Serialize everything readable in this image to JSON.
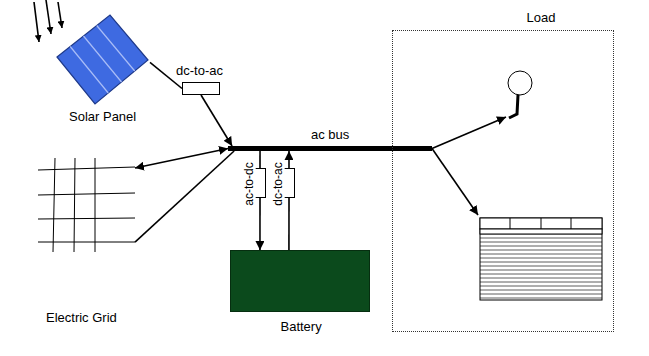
{
  "diagram": {
    "nodes": [
      {
        "text": [
          "Solar Panel"
        ]
      },
      {
        "text": [
          "dc-to-ac"
        ]
      },
      {
        "text": [
          "ac bus"
        ]
      },
      {
        "text": [
          "Electric Grid"
        ]
      },
      {
        "text": [
          "ac-to-dc"
        ]
      },
      {
        "text": [
          "dc-to-ac"
        ]
      },
      {
        "text": [
          "Battery"
        ]
      },
      {
        "text": [
          "Load"
        ]
      }
    ],
    "edges": [
      {
        "from": 0,
        "to": 1,
        "arrow": "none"
      },
      {
        "from": 1,
        "to": 2,
        "arrow": "to"
      },
      {
        "from": 3,
        "to": 2,
        "arrow": "both"
      },
      {
        "from": 3,
        "to": 2,
        "arrow": "none"
      },
      {
        "from": 2,
        "to": 4,
        "arrow": "none"
      },
      {
        "from": 4,
        "to": 6,
        "arrow": "to"
      },
      {
        "from": 6,
        "to": 5,
        "arrow": "none"
      },
      {
        "from": 5,
        "to": 2,
        "arrow": "to"
      },
      {
        "from": 2,
        "to": 7,
        "arrow": "to"
      },
      {
        "from": 2,
        "to": 7,
        "arrow": "to"
      }
    ]
  }
}
